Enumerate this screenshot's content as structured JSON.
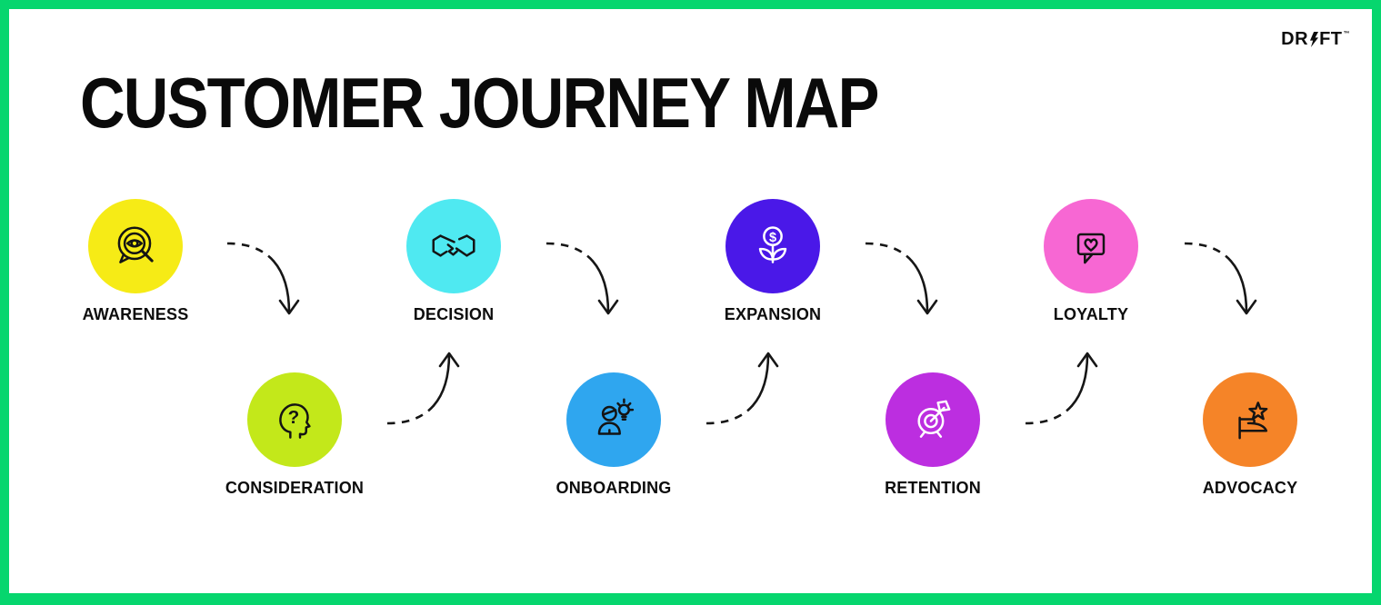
{
  "page": {
    "title": "CUSTOMER JOURNEY MAP",
    "brand": {
      "prefix": "DR",
      "bolt_icon": "lightning-bolt-icon",
      "suffix": "FT",
      "trademark": "™"
    }
  },
  "theme": {
    "frame_green": "#06D66E",
    "canvas_background": "#FFFFFF",
    "text_black": "#0D0D0D",
    "connector_black": "#161616"
  },
  "stages": [
    {
      "label": "AWARENESS",
      "icon": "eye-magnifier-speech-bubble-icon",
      "color": "#F6EB16",
      "icon_color": "#141414",
      "row": "top"
    },
    {
      "label": "CONSIDERATION",
      "icon": "head-question-mark-icon",
      "color": "#C3E81A",
      "icon_color": "#141414",
      "row": "bottom"
    },
    {
      "label": "DECISION",
      "icon": "handshake-icon",
      "color": "#4FE9F1",
      "icon_color": "#141414",
      "row": "top"
    },
    {
      "label": "ONBOARDING",
      "icon": "person-lightbulb-icon",
      "color": "#2FA6EF",
      "icon_color": "#141414",
      "row": "bottom"
    },
    {
      "label": "EXPANSION",
      "icon": "dollar-coin-plant-icon",
      "color": "#4A18E8",
      "icon_color": "#FFFFFF",
      "row": "top"
    },
    {
      "label": "RETENTION",
      "icon": "target-dart-icon",
      "color": "#BC2EE0",
      "icon_color": "#FFFFFF",
      "row": "bottom"
    },
    {
      "label": "LOYALTY",
      "icon": "heart-speech-bubble-icon",
      "color": "#F767D3",
      "icon_color": "#141414",
      "row": "top"
    },
    {
      "label": "ADVOCACY",
      "icon": "flag-star-icon",
      "color": "#F58428",
      "icon_color": "#141414",
      "row": "bottom"
    }
  ],
  "connectors": [
    {
      "from": "AWARENESS",
      "to": "CONSIDERATION",
      "direction": "down",
      "style": "dashed-then-solid-arrow"
    },
    {
      "from": "CONSIDERATION",
      "to": "DECISION",
      "direction": "up",
      "style": "dashed-then-solid-arrow"
    },
    {
      "from": "DECISION",
      "to": "ONBOARDING",
      "direction": "down",
      "style": "dashed-then-solid-arrow"
    },
    {
      "from": "ONBOARDING",
      "to": "EXPANSION",
      "direction": "up",
      "style": "dashed-then-solid-arrow"
    },
    {
      "from": "EXPANSION",
      "to": "RETENTION",
      "direction": "down",
      "style": "dashed-then-solid-arrow"
    },
    {
      "from": "RETENTION",
      "to": "LOYALTY",
      "direction": "up",
      "style": "dashed-then-solid-arrow"
    },
    {
      "from": "LOYALTY",
      "to": "ADVOCACY",
      "direction": "down",
      "style": "dashed-then-solid-arrow"
    }
  ]
}
